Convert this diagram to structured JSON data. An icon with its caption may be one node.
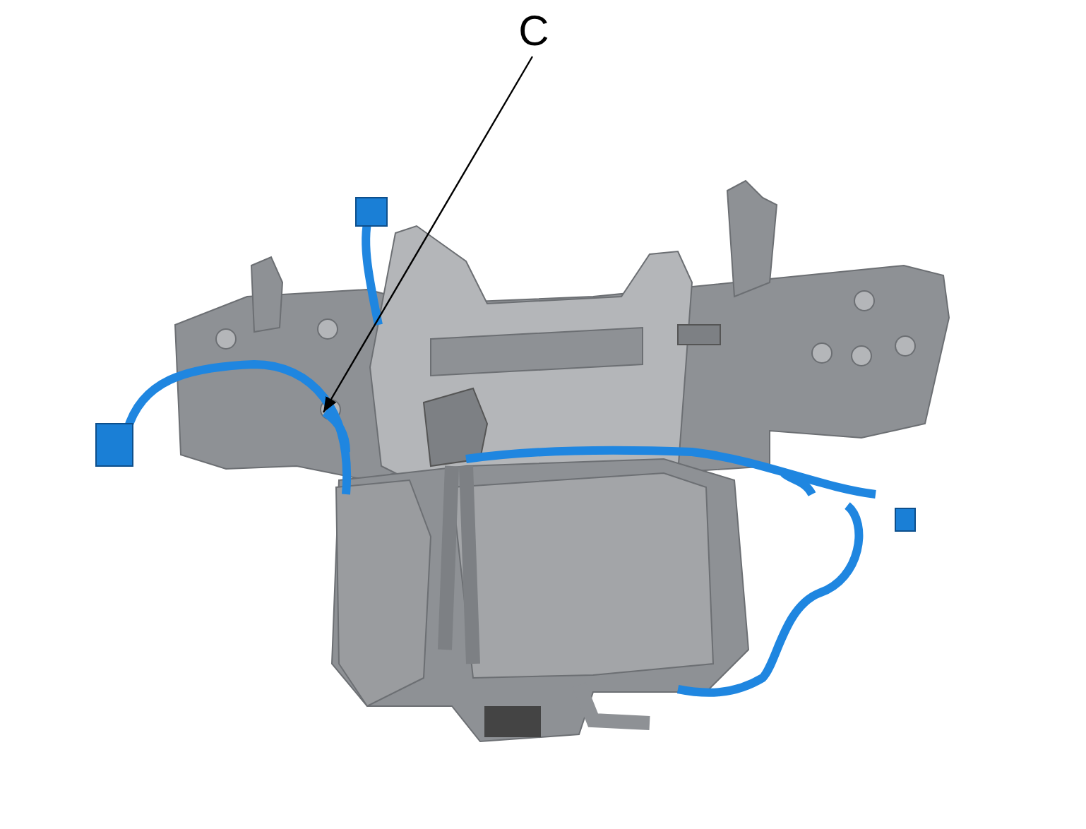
{
  "diagram": {
    "nodes": [
      {
        "text": [
          "C"
        ]
      },
      {
        "text": [],
        "shape": "picture"
      }
    ],
    "edges": [
      {
        "from": 0,
        "to": 1,
        "arrow": "to"
      }
    ]
  }
}
